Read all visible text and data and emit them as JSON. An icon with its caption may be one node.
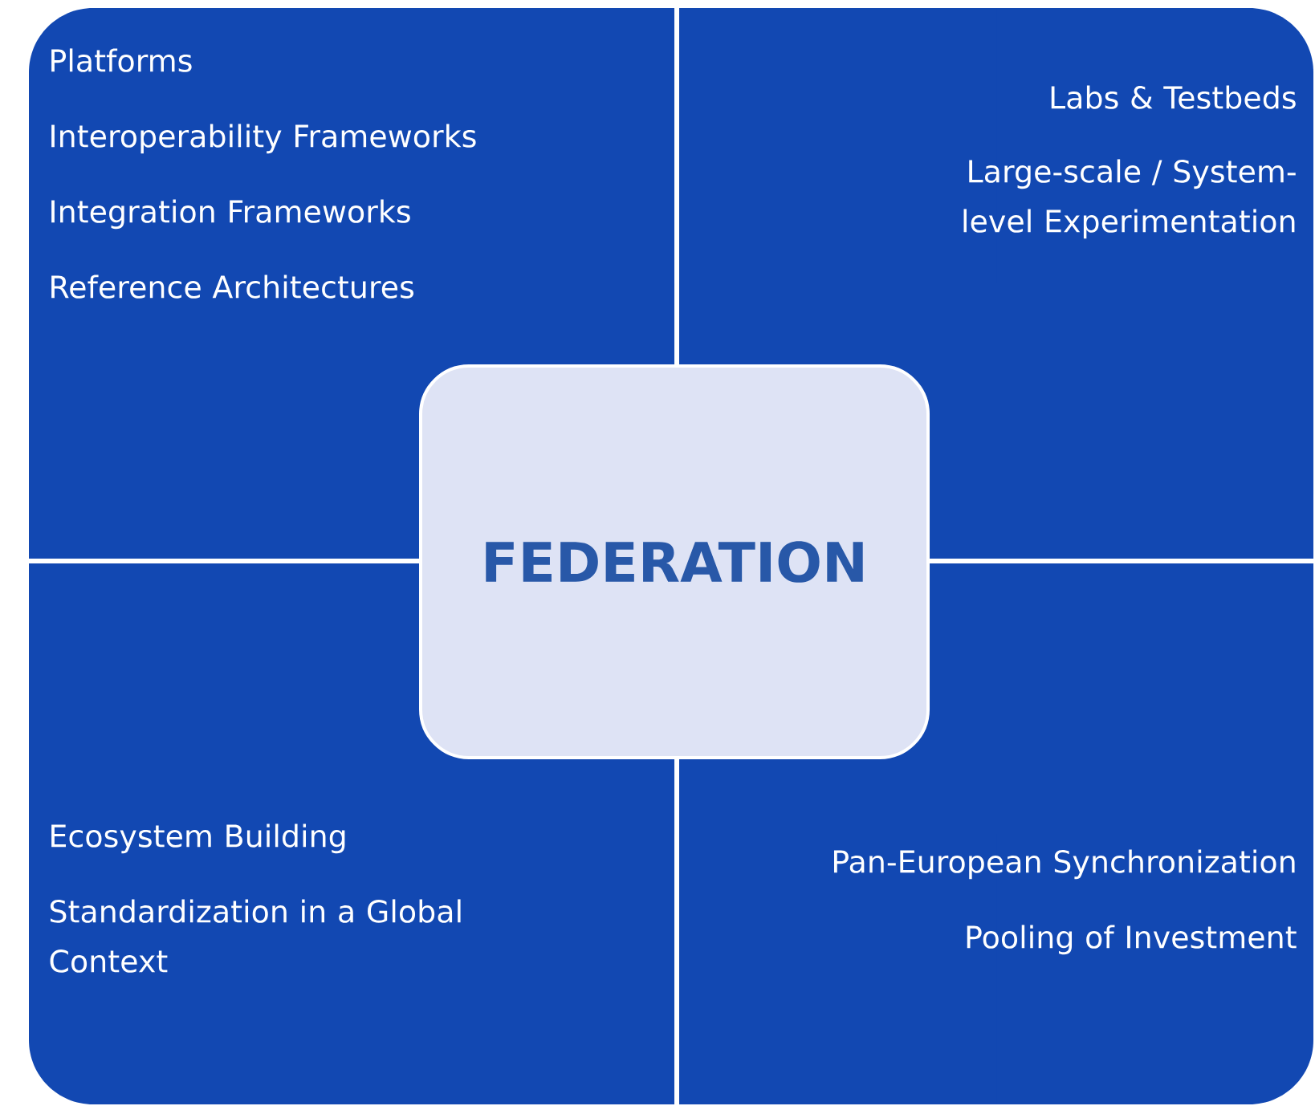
{
  "diagram": {
    "nodes": [
      {
        "text": [
          "Platforms",
          "Interoperability Frameworks",
          "Integration Frameworks",
          "Reference Architectures"
        ]
      },
      {
        "text": [
          "Labs & Testbeds",
          "Large-scale / System-level Experimentation"
        ]
      },
      {
        "text": [
          "Ecosystem Building",
          "Standardization in a Global Context"
        ]
      },
      {
        "text": [
          "Pan-European Synchronization",
          "Pooling of Investment"
        ]
      },
      {
        "text": [
          "FEDERATION"
        ]
      }
    ]
  }
}
